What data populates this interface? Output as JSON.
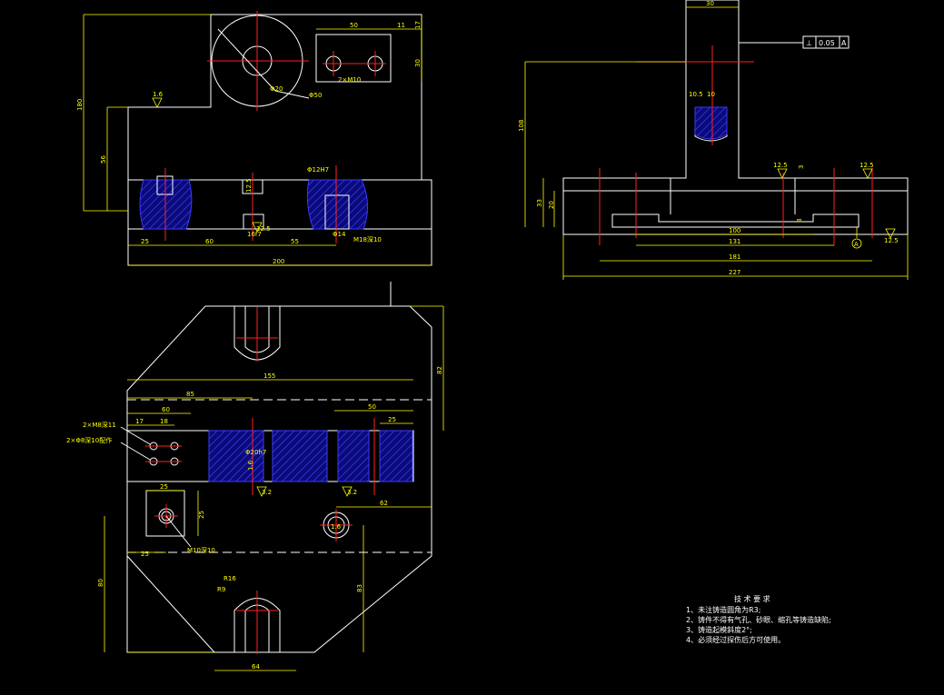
{
  "colors": {
    "background": "#000000",
    "outline": "#ffffff",
    "dimension": "#ffff00",
    "centerline": "#ff2020",
    "hatch": "#3a3aff"
  },
  "front_view": {
    "dims": {
      "d50": "50",
      "d11": "11",
      "d17": "17",
      "d30": "30",
      "d180": "180",
      "d56": "56",
      "d25": "25",
      "d60": "60",
      "d55": "55",
      "d200": "200",
      "phi20": "Φ20",
      "phi50": "Φ50",
      "m10_2": "2×M10",
      "phi12h7": "Φ12H7",
      "phi14": "Φ14",
      "m18deep10": "M18深10",
      "r16f7": "16f7"
    },
    "roughness": {
      "r1_6": "1.6",
      "r12_5a": "12.5",
      "r12_5b": "12.5"
    }
  },
  "side_view": {
    "dims": {
      "d30": "30",
      "d10_5": "10.5",
      "d10": "10",
      "d108": "108",
      "d33": "33",
      "d20": "20",
      "d100": "100",
      "d131": "131",
      "d181": "181",
      "d227": "227",
      "d3": "3",
      "d8": "8"
    },
    "tolerance": {
      "symbol": "⊥",
      "value": "0.05",
      "datum": "A"
    },
    "datum_label": "A",
    "roughness": {
      "a": "12.5",
      "b": "12.5",
      "c": "12.5"
    }
  },
  "top_view": {
    "dims": {
      "d155": "155",
      "d85": "85",
      "d50": "50",
      "d17": "17",
      "d18": "18",
      "d60": "60",
      "d25a": "25",
      "d25b": "25",
      "d25c": "25",
      "d62": "62",
      "d82": "82",
      "d80": "80",
      "d83": "83",
      "d64": "64",
      "d25d": "25",
      "phi20h7": "Φ20h7",
      "r16": "R16",
      "r9": "R9",
      "m8_2": "2×M8深11",
      "phi8_2": "2×Φ8深10配作",
      "m10deep10": "M10深10"
    },
    "roughness": {
      "a": "3.2",
      "b": "3.2",
      "c": "1.6",
      "d": "1.6"
    }
  },
  "notes": {
    "title": "技 术 要 求",
    "items": [
      "1、未注铸造圆角为R3;",
      "2、铸件不得有气孔、砂眼、缩孔等铸造缺陷;",
      "3、铸造起模斜度2°;",
      "4、必须经过探伤后方可使用。"
    ]
  }
}
